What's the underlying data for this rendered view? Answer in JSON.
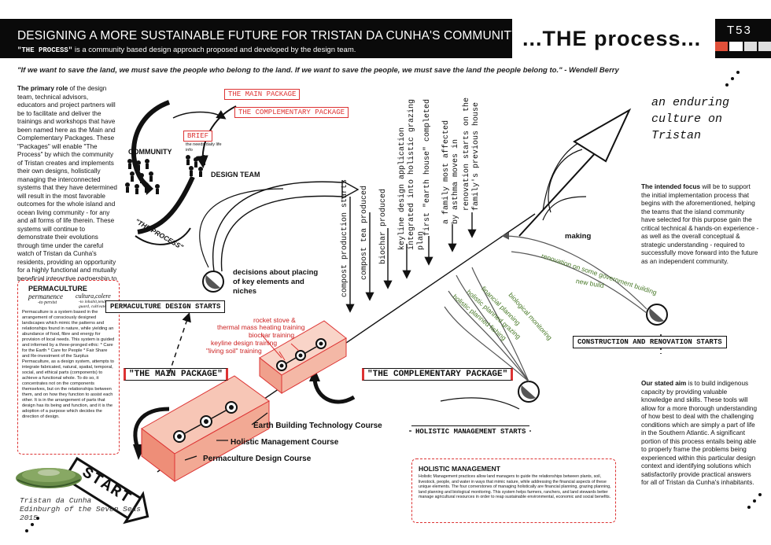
{
  "header": {
    "title": "DESIGNING A MORE SUSTAINABLE FUTURE FOR TRISTAN DA CUNHA'S COMMUNITY",
    "subtitle_term": "\"THE PROCESS\"",
    "subtitle_rest": " is a community based design approach proposed and developed by the design team.",
    "process_title": "...THE process...",
    "sheet_id": "T53"
  },
  "quote": "\"If we want to save the land, we must save the people who belong to the land. If we want to save the people, we must save the land the people belong to.\" - Wendell Berry",
  "left_column": {
    "lead": "The primary role",
    "body": " of the design team, technical advisors, educators and project partners will be to facilitate and deliver the trainings and workshops that have been named here as the Main and Complementary Packages. These \"Packages\" will enable \"The Process\" by which the community of Tristan creates and implements their own designs, holistically managing the interconnected systems that they have determined will result in the most favorable outcomes for the whole island and ocean living community - for any and all forms of life therein. These systems will continue to demonstrate their evolutions through time under the careful watch of Tristan da Cunha's residents, providing an opportunity for a highly functional and mutually beneficial interactive partnership to emerge."
  },
  "permaculture_box": {
    "title": "PERMACULTURE",
    "etym1": "permanence",
    "etym1_sub": "-to persist",
    "etym2": "cultura,colere",
    "etym2_sub": "-to inhabit,tend, guard, cultivate",
    "body": "Permaculture is a system based in the arrangement of consciously designed landscapes which mimic the patterns and relationships found in nature, while yielding an abundance of food, fibre and energy for provision of local needs. This system is guided and informed by a three-pronged ethic: * Care for the Earth * Care for People * Fair Share and Re-investment of the Surplus Permaculture, as a design system, attempts to integrate fabricated, natural, spatial, temporal, social, and ethical parts (components) to achieve a functional whole. To do so, it concentrates not on the components themselves, but on the relationships between them, and on how they function to assist each other. It is in the arrangement of parts that design has its being and function, and it is the adoption of a purpose which decides the direction of design."
  },
  "cycle": {
    "main_package": "THE MAIN PACKAGE",
    "complementary_package": "THE COMPLEMENTARY PACKAGE",
    "brief": "BRIEF",
    "brief_note": "the needs daily life info",
    "community": "COMMUNITY",
    "design_team": "DESIGN TEAM",
    "the_process": "\"THE PROCESS\""
  },
  "milestones": [
    "compost production starts",
    "compost tea produced",
    "biochar produced",
    "keyline design application integrated into holistic grazing plan",
    "first \"earth house\" completed",
    "a family most affected by asthma moves in",
    "renovation starts on the family's previous house"
  ],
  "decisions": "decisions about placing of key elements and niches",
  "making": "making",
  "enduring": "an enduring culture on Tristan",
  "right_top": {
    "lead": "The intended focus",
    "body": " will be to support the initial implementation process that begins with the aforementioned, helping the teams that the island community have selected for this purpose gain the critical technical & hands-on experience - as well as the overall conceptual & strategic understanding - required to successfully move forward into the future as an independent community."
  },
  "right_bottom": {
    "lead": "Our stated aim",
    "body": " is to build indigenous capacity by providing valuable knowledge and skills. These tools will allow for a more thorough understanding of how best to deal with the challenging conditions which are simply a part of life in the Southern Atlantic. A significant portion of this process entails being able to properly frame the problems being experienced within this particular design context and identifying solutions which satisfactorily provide practical answers for all of Tristan da Cunha's inhabitants."
  },
  "labels": {
    "permaculture_design_starts": "PERMACULTURE DESIGN STARTS",
    "construction_starts": "CONSTRUCTION AND RENOVATION STARTS",
    "holistic_starts": "HOLISTIC MANAGEMENT STARTS",
    "main_package_label": "\"THE MAIN PACKAGE\"",
    "complementary_package_label": "\"THE COMPLEMENTARY PACKAGE\"",
    "start": "START"
  },
  "complementary_trainings": [
    "rocket stove &",
    "thermal mass heating training",
    "biochar training",
    "keyline design training",
    "\"living soil\" training"
  ],
  "courses": [
    "Earth Building Technology Course",
    "Holistic Management Course",
    "Permaculture Design Course"
  ],
  "green_flows": [
    "renovation on some government building",
    "new build",
    "biological monitoring",
    "financial planning",
    "holistic planned grazing",
    "holistic planned fishing"
  ],
  "holistic_box": {
    "title": "HOLISTIC MANAGEMENT",
    "body": "Holistic Management practices allow land managers to guide the relationships between plants, soil, livestock, people, and water in ways that mimic nature, while addressing the financial aspects of these unique elements. The four cornerstones of managing holistically are financial planning, grazing planning, land planning and biological monitoring. This system helps farmers, ranchers, and land stewards better manage agricultural resources in order to reap sustainable environmental, economic and social benefits."
  },
  "credit": {
    "line1": "Tristan da Cunha",
    "line2": "Edinburgh of the Seven Seas",
    "line3": "2015"
  }
}
